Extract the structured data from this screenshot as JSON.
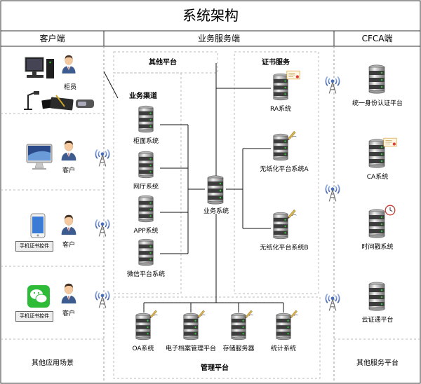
{
  "title": "系统架构",
  "columns": {
    "customer": "客户端",
    "business": "业务服务端",
    "cfca": "CFCA端"
  },
  "customer": {
    "teller": "柜员",
    "client1": "客户",
    "client2": "客户",
    "client3": "客户",
    "badge1": "手机证书控件",
    "badge2": "手机证书控件",
    "other": "其他应用场景"
  },
  "business": {
    "other_platform": "其他平台",
    "cert_service": "证书服务",
    "channels": "业务渠道",
    "counter": "柜面系统",
    "online": "网厅系统",
    "app": "APP系统",
    "wechat": "微信平台系统",
    "core": "业务系统",
    "ra": "RA系统",
    "paperless_a": "无纸化平台系统A",
    "paperless_b": "无纸化平台系统B",
    "mgmt": "管理平台",
    "oa": "OA系统",
    "archive": "电子档案管理平台",
    "storage": "存储服务器",
    "stats": "统计系统"
  },
  "cfca": {
    "identity": "统一身份认证平台",
    "ca": "CA系统",
    "timestamp": "时间戳系统",
    "cloud": "云证通平台",
    "other": "其他服务平台"
  },
  "colors": {
    "server_dark": "#3d3d3d",
    "server_light": "#d9d9d9",
    "led": "#2ecc2e",
    "wifi": "#5b7fc4"
  }
}
